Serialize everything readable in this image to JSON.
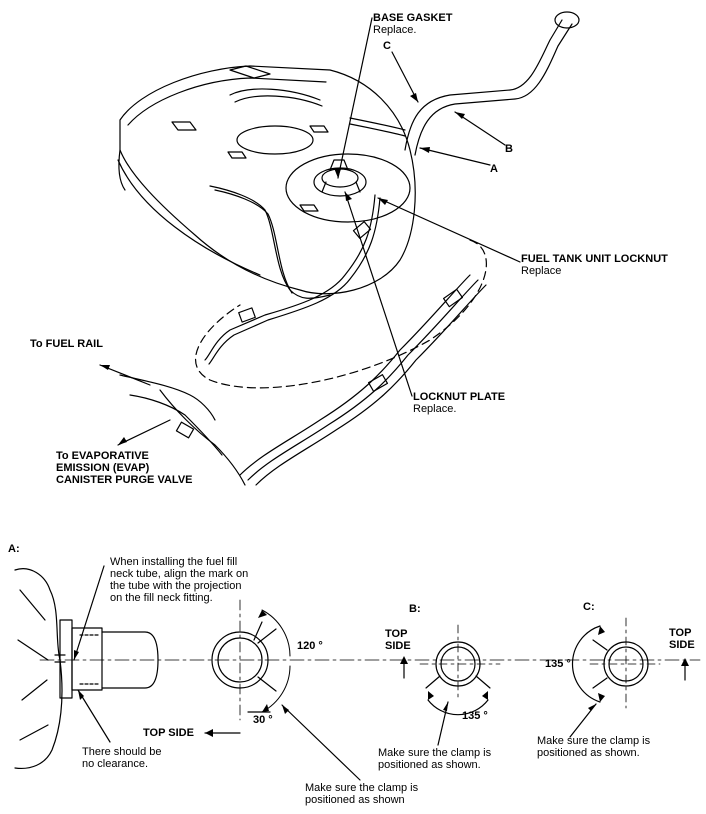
{
  "top": {
    "base_gasket_title": "BASE GASKET",
    "base_gasket_note": "Replace.",
    "callout_c": "C",
    "callout_b": "B",
    "callout_a": "A",
    "locknut_title": "FUEL TANK UNIT LOCKNUT",
    "locknut_note": "Replace",
    "fuel_rail": "To FUEL RAIL",
    "locknut_plate_title": "LOCKNUT PLATE",
    "locknut_plate_note": "Replace.",
    "evap": "To EVAPORATIVE\nEMISSION (EVAP)\nCANISTER PURGE VALVE"
  },
  "detail_a": {
    "label": "A:",
    "install_note": "When installing the fuel fill\nneck tube, align the mark on\nthe tube with the projection\non the fill neck fitting.",
    "angle_120": "120 °",
    "angle_30": "30 °",
    "top_side": "TOP SIDE",
    "clearance_note": "There should be\nno clearance.",
    "clamp_note": "Make sure the clamp is\npositioned as shown"
  },
  "detail_b": {
    "label": "B:",
    "top_side": "TOP\nSIDE",
    "angle": "135 °",
    "clamp_note": "Make sure the clamp is\npositioned as shown."
  },
  "detail_c": {
    "label": "C:",
    "top_side": "TOP\nSIDE",
    "angle": "135 °",
    "clamp_note": "Make sure the clamp is\npositioned as shown."
  }
}
